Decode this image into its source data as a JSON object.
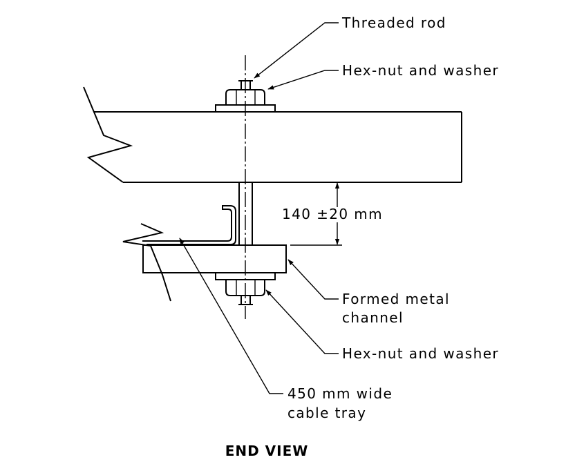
{
  "labels": {
    "threaded_rod": "Threaded rod",
    "hex_nut_top": "Hex-nut and washer",
    "dimension": "140 ±20 mm",
    "formed_channel_line1": "Formed metal",
    "formed_channel_line2": "channel",
    "hex_nut_bottom": "Hex-nut and washer",
    "cable_tray_line1": "450 mm wide",
    "cable_tray_line2": "cable tray"
  },
  "title": "END VIEW"
}
